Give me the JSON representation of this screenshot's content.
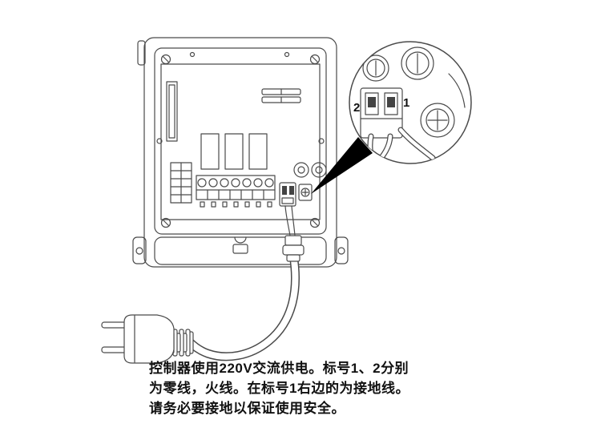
{
  "diagram": {
    "description": "controller-power-wiring-diagram",
    "zoom": {
      "left_label": "2",
      "right_label": "1"
    }
  },
  "caption": {
    "lines": [
      "控制器使用220V交流供电。标号1、2分别",
      "为零线，火线。在标号1右边的为接地线。",
      "请务必要接地以保证使用安全。"
    ]
  },
  "colors": {
    "line": "#4a4a4a",
    "pointer": "#000000",
    "background": "#ffffff"
  }
}
